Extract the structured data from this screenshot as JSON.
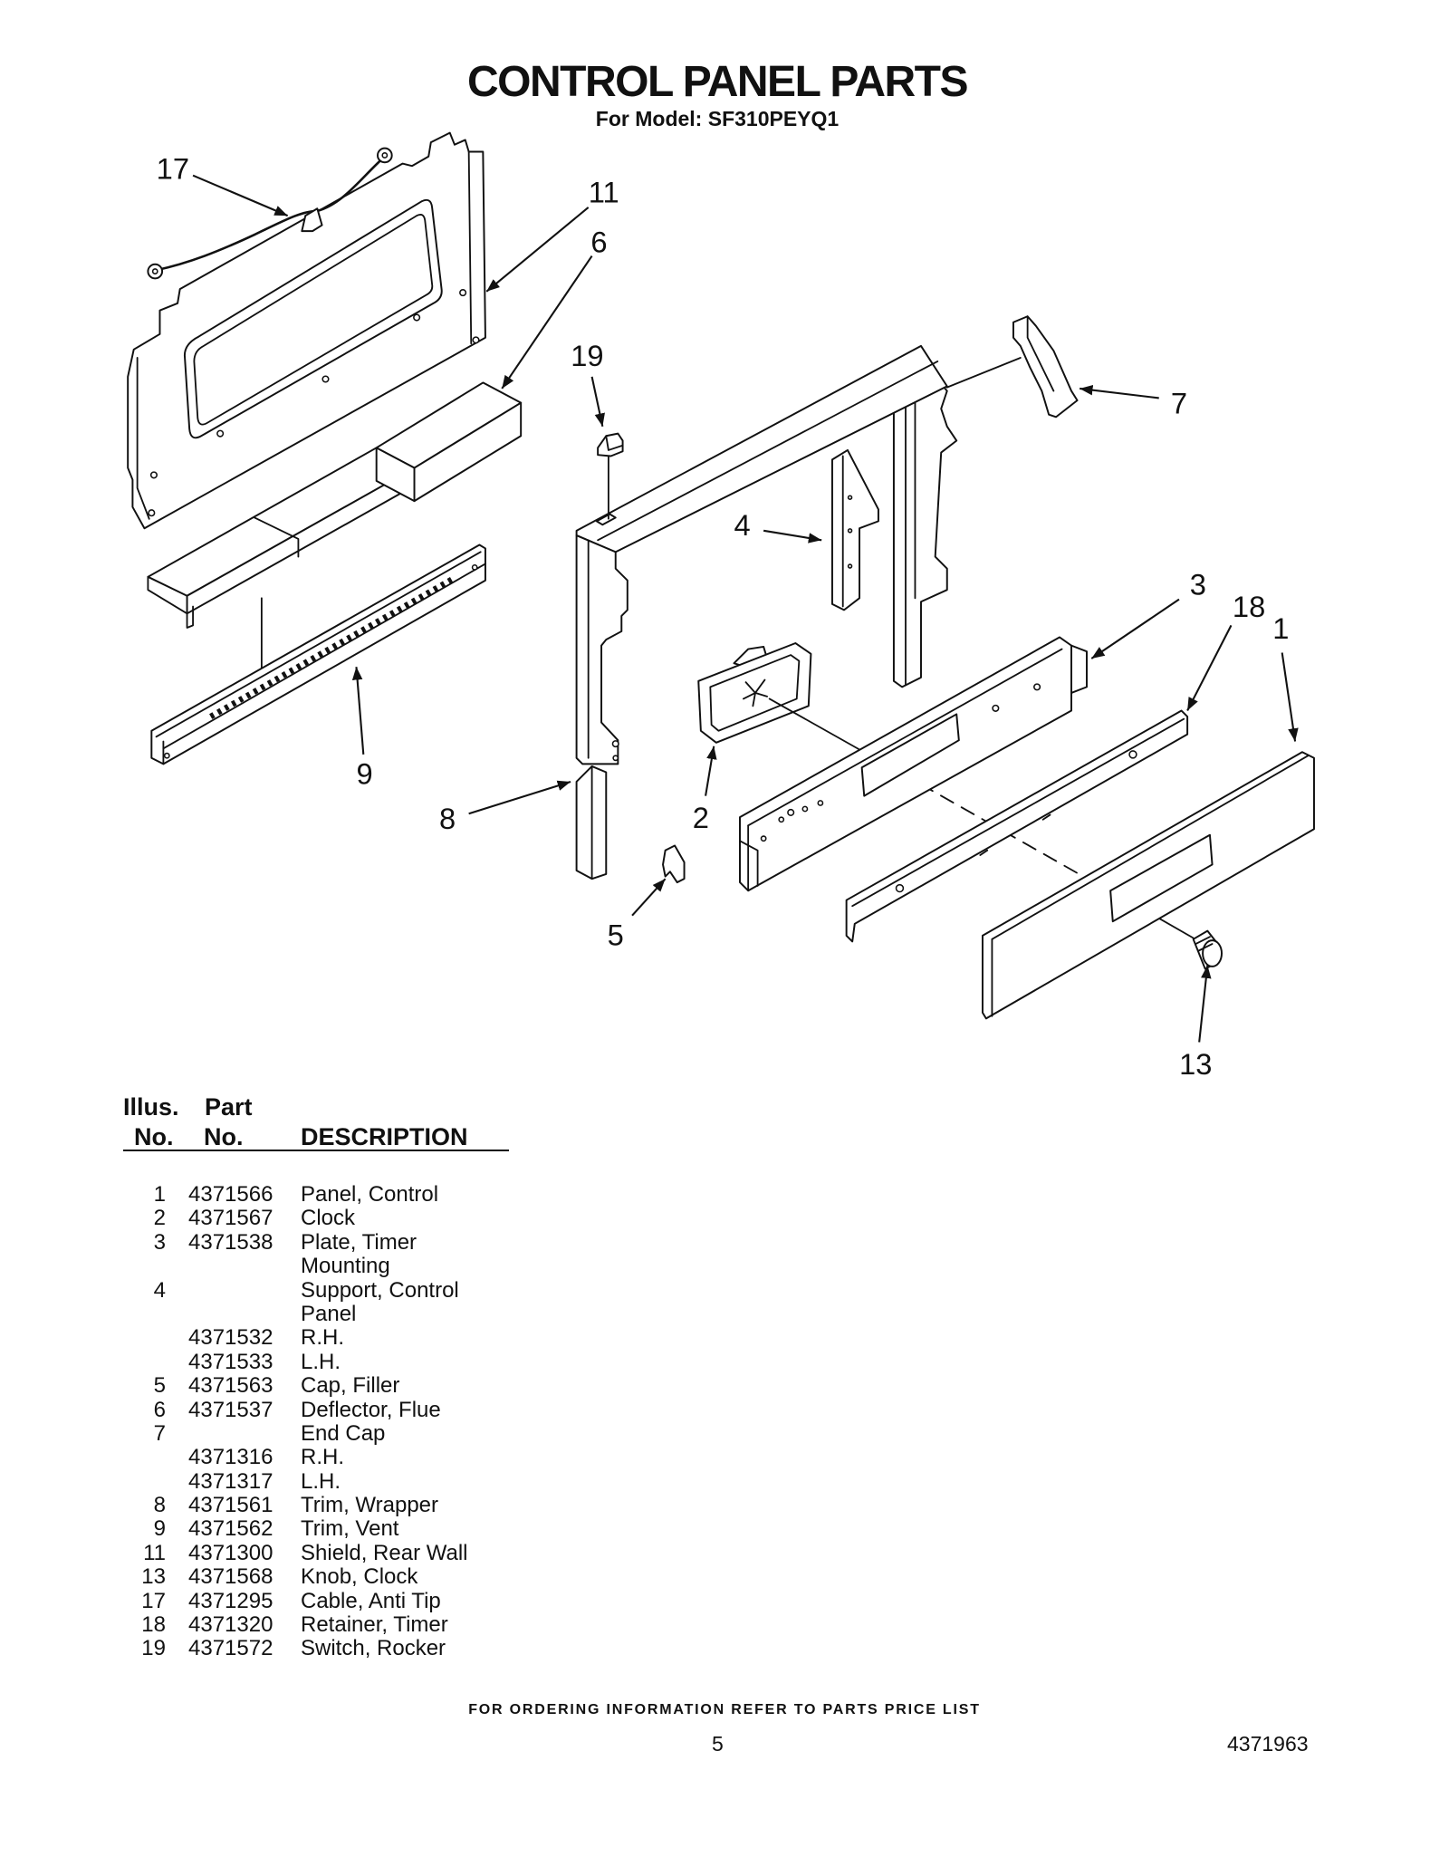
{
  "header": {
    "title": "CONTROL PANEL PARTS",
    "subtitle": "For Model: SF310PEYQ1"
  },
  "diagram": {
    "callouts": [
      "17",
      "11",
      "6",
      "19",
      "7",
      "4",
      "3",
      "18",
      "1",
      "9",
      "8",
      "2",
      "5",
      "13"
    ]
  },
  "parts_table": {
    "headers": {
      "illus_line1": "Illus.",
      "illus_line2": "No.",
      "part_line1": "Part",
      "part_line2": "No.",
      "description": "DESCRIPTION"
    },
    "rows": [
      {
        "illus": "1",
        "part": "4371566",
        "description": "Panel, Control"
      },
      {
        "illus": "2",
        "part": "4371567",
        "description": "Clock"
      },
      {
        "illus": "3",
        "part": "4371538",
        "description": "Plate, Timer"
      },
      {
        "description": "Mounting"
      },
      {
        "illus": "4",
        "description": "Support, Control"
      },
      {
        "description": "Panel"
      },
      {
        "part": "4371532",
        "description": "R.H."
      },
      {
        "part": "4371533",
        "description": "L.H."
      },
      {
        "illus": "5",
        "part": "4371563",
        "description": "Cap, Filler"
      },
      {
        "illus": "6",
        "part": "4371537",
        "description": "Deflector, Flue"
      },
      {
        "illus": "7",
        "description": "End Cap"
      },
      {
        "part": "4371316",
        "description": "R.H."
      },
      {
        "part": "4371317",
        "description": "L.H."
      },
      {
        "illus": "8",
        "part": "4371561",
        "description": "Trim, Wrapper"
      },
      {
        "illus": "9",
        "part": "4371562",
        "description": "Trim, Vent"
      },
      {
        "illus": "11",
        "part": "4371300",
        "description": "Shield, Rear Wall"
      },
      {
        "illus": "13",
        "part": "4371568",
        "description": "Knob, Clock"
      },
      {
        "illus": "17",
        "part": "4371295",
        "description": "Cable, Anti Tip"
      },
      {
        "illus": "18",
        "part": "4371320",
        "description": "Retainer, Timer"
      },
      {
        "illus": "19",
        "part": "4371572",
        "description": "Switch, Rocker"
      }
    ]
  },
  "footer": {
    "ordering_note": "FOR ORDERING INFORMATION REFER TO PARTS PRICE LIST",
    "page_number": "5",
    "document_number": "4371963"
  }
}
